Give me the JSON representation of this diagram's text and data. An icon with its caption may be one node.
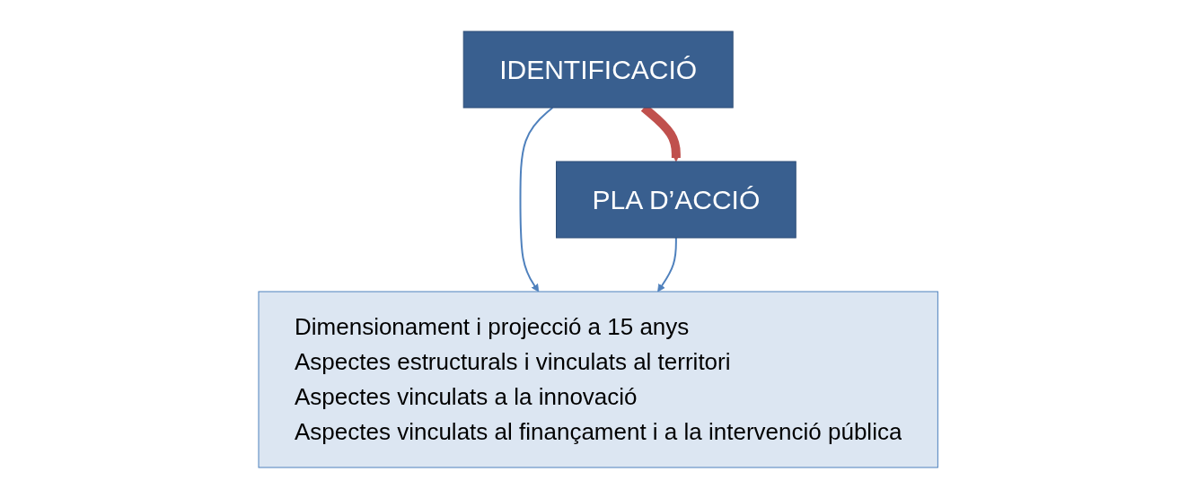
{
  "diagram": {
    "nodes": [
      {
        "text": [
          "IDENTIFICACIÓ"
        ]
      },
      {
        "text": [
          "PLA D’ACCIÓ"
        ]
      },
      {
        "text": [
          "Dimensionament i projecció a 15 anys",
          "Aspectes estructurals i vinculats al territori",
          "Aspectes vinculats a la innovació",
          "Aspectes vinculats al finançament i a la intervenció pública"
        ]
      }
    ],
    "edges": [
      {
        "from": 0,
        "to": 1,
        "arrow": "to",
        "style": "thick",
        "color": "#c0504d"
      },
      {
        "from": 0,
        "to": 2,
        "arrow": "to"
      },
      {
        "from": 1,
        "to": 2,
        "arrow": "to"
      }
    ]
  }
}
